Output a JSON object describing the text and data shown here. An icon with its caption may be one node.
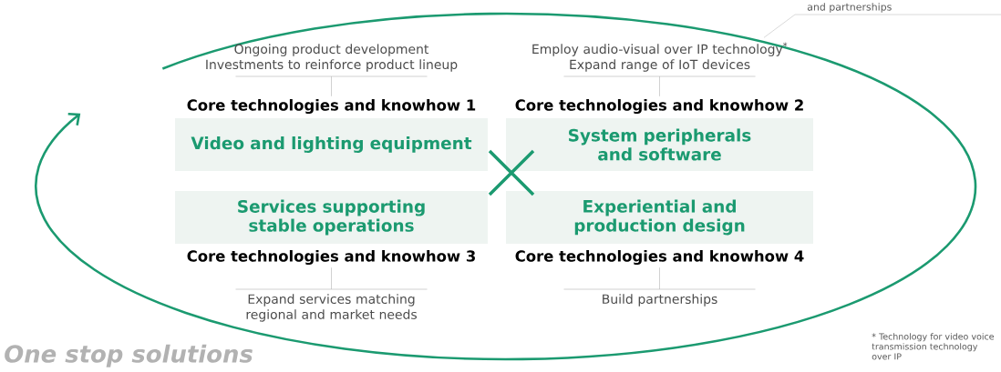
{
  "diagram": {
    "nodes": [
      {
        "text": [
          "Core technologies and knowhow 1",
          "Video and lighting equipment"
        ]
      },
      {
        "text": [
          "Core technologies and knowhow 2",
          "System peripherals and software"
        ]
      },
      {
        "text": [
          "Services supporting stable operations",
          "Core technologies and knowhow 3"
        ]
      },
      {
        "text": [
          "Experiential and production design",
          "Core technologies and knowhow 4"
        ]
      },
      {
        "text": [
          "Ongoing product development",
          "Investments to reinforce product lineup"
        ]
      },
      {
        "text": [
          "Employ audio-visual over IP technology$^{*}$",
          "Expand range of IoT devices"
        ]
      },
      {
        "text": [
          "Expand services matching regional and market needs"
        ]
      },
      {
        "text": [
          "Build partnerships"
        ]
      },
      {
        "text": [
          "and partnerships"
        ]
      }
    ],
    "edges": [
      {
        "from": 4,
        "to": 0,
        "arrow": "none"
      },
      {
        "from": 5,
        "to": 1,
        "arrow": "none"
      },
      {
        "from": 6,
        "to": 2,
        "arrow": "none"
      },
      {
        "from": 7,
        "to": 3,
        "arrow": "none"
      },
      {
        "from": 8,
        "to": 5,
        "arrow": "none"
      }
    ],
    "labels": [
      "One stop solutions",
      "* Technology for video voice transmission technology over IP"
    ]
  }
}
